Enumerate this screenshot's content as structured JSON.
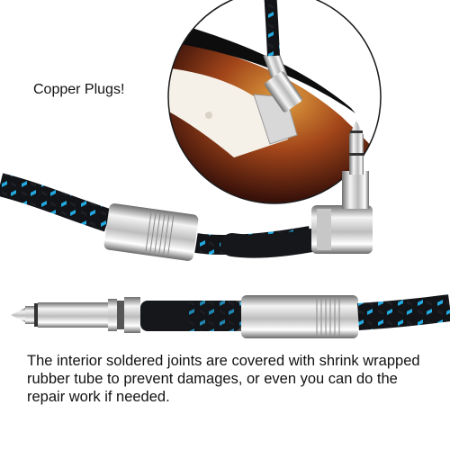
{
  "labels": {
    "copper": "Copper Plugs!"
  },
  "caption": {
    "line1": "The interior soldered joints are covered with shrink wrapped",
    "line2": "rubber tube to prevent damages, or even you can do the",
    "line3": "repair work if needed."
  },
  "colors": {
    "cable_black": "#121417",
    "cable_blue": "#22a9e0",
    "metal_light": "#f2f2f2",
    "metal_dark": "#7c7c7c",
    "guitar_black": "#1a1a1a",
    "guitar_sunburst": "#7a2e0f",
    "pickguard": "#f5f1e8"
  }
}
